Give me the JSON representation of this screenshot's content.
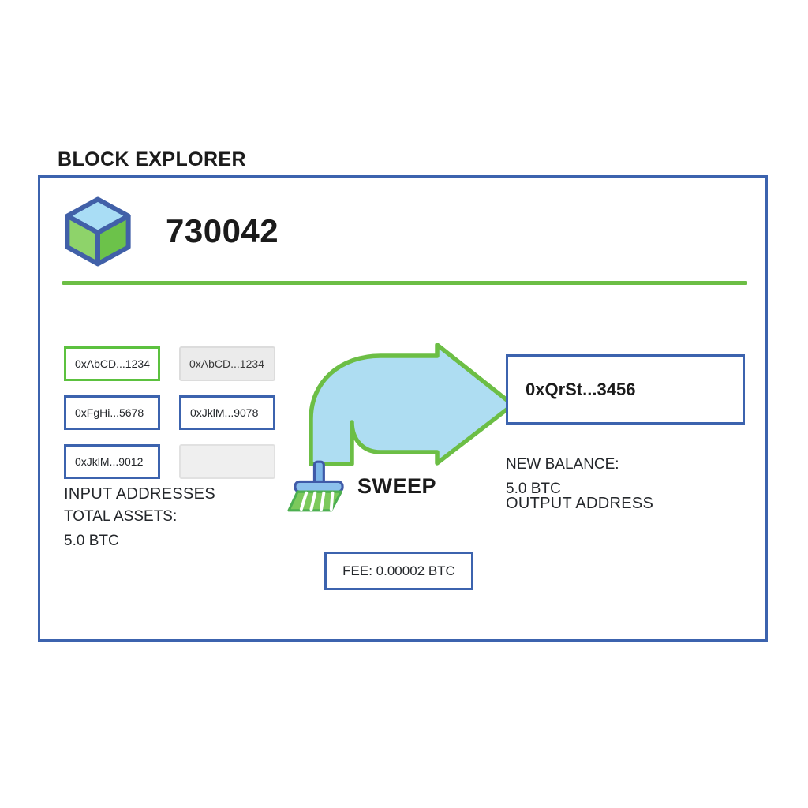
{
  "page": {
    "title": "BLOCK EXPLORER",
    "background": "#ffffff"
  },
  "colors": {
    "card_border": "#3c63ae",
    "divider_green": "#6cbe45",
    "chip_blue": "#3c63ae",
    "chip_green": "#5cc13f",
    "chip_muted_fill": "#ebebeb",
    "arrow_fill": "#aeddf2",
    "arrow_stroke": "#6cbe45",
    "text": "#24272b"
  },
  "card": {
    "block": {
      "icon": "cube-icon",
      "number": "730042"
    },
    "inputs": {
      "label": "INPUT ADDRESSES",
      "chips": [
        {
          "text": "0xAbCD...1234",
          "style": "green"
        },
        {
          "text": "0xAbCD...1234",
          "style": "muted"
        },
        {
          "text": "0xFgHi...5678",
          "style": "blue"
        },
        {
          "text": "0xJklM...9078",
          "style": "blue"
        },
        {
          "text": "0xJklM...9012",
          "style": "blue"
        },
        {
          "text": "",
          "style": "empty"
        }
      ],
      "total_assets_label": "TOTAL ASSETS:",
      "total_assets_value": "5.0 BTC"
    },
    "action": {
      "arrow_icon": "curved-right-arrow-icon",
      "broom_icon": "broom-icon",
      "label": "SWEEP",
      "fee_text": "FEE: 0.00002 BTC"
    },
    "output": {
      "label": "OUTPUT ADDRESS",
      "address": "0xQrSt...3456",
      "new_balance_label": "NEW BALANCE:",
      "new_balance_value": "5.0 BTC"
    }
  }
}
